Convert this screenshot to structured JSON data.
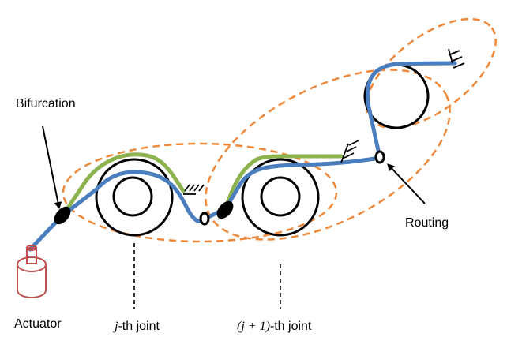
{
  "labels": {
    "bifurcation": "Bifurcation",
    "routing": "Routing",
    "actuator": "Actuator",
    "joint_j_var": "j",
    "joint_j_suffix": "-th joint",
    "joint_j1_var": "(j + 1)",
    "joint_j1_suffix": "-th joint"
  },
  "colors": {
    "cable_main": "#4a7ebf",
    "cable_branch": "#8db34f",
    "ellipse": "#f0883a",
    "actuator": "#c0504d"
  }
}
